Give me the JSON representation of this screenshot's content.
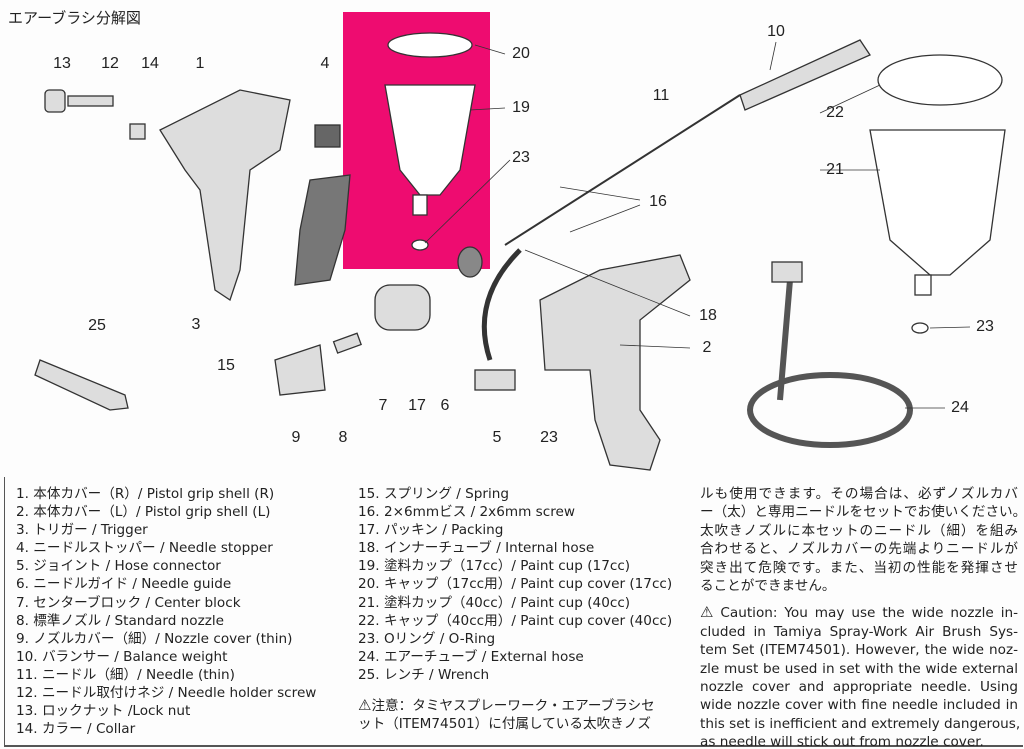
{
  "title": "エアーブラシ分解図",
  "labels": [
    "13",
    "12",
    "14",
    "1",
    "4",
    "20",
    "19",
    "23",
    "10",
    "11",
    "22",
    "21",
    "16",
    "18",
    "2",
    "23",
    "24",
    "25",
    "3",
    "15",
    "9",
    "8",
    "7",
    "17",
    "6",
    "5",
    "23"
  ],
  "parts_col1": [
    "1. 本体カバー（R）/ Pistol grip shell (R)",
    "2. 本体カバー（L）/ Pistol grip shell (L)",
    "3. トリガー / Trigger",
    "4. ニードルストッパー / Needle stopper",
    "5. ジョイント / Hose connector",
    "6. ニードルガイド / Needle guide",
    "7. センターブロック / Center block",
    "8. 標準ノズル / Standard nozzle",
    "9. ノズルカバー（細）/ Nozzle cover (thin)",
    "10. バランサー / Balance weight",
    "11. ニードル（細）/ Needle (thin)",
    "12. ニードル取付けネジ / Needle holder screw",
    "13. ロックナット /Lock nut",
    "14. カラー / Collar"
  ],
  "parts_col2": [
    "15. スプリング / Spring",
    "16. 2×6mmビス / 2x6mm screw",
    "17. パッキン / Packing",
    "18. インナーチューブ / Internal hose",
    "19. 塗料カップ（17cc）/ Paint cup (17cc)",
    "20. キャップ（17cc用）/ Paint cup cover (17cc)",
    "21. 塗料カップ（40cc）/ Paint cup (40cc)",
    "22. キャップ（40cc用）/ Paint cup cover (40cc)",
    "23. Oリング / O-Ring",
    "24. エアーチューブ / External hose",
    "25. レンチ / Wrench"
  ],
  "warning_icon": "⚠",
  "jp_caution": [
    "注意：タミヤスプレーワーク・エアーブラシセ",
    "ット（ITEM74501）に付属している太吹きノズ",
    "ルも使用できます。その場合は、必ずノズルカバ",
    "ー（太）と専用ニードルをセットでお使いください。",
    "太吹きノズルに本セットのニードル（細）を組み",
    "合わせると、ノズルカバーの先端よりニードルが",
    "突き出て危険です。また、当初の性能を発揮させ",
    "ることができません。"
  ],
  "en_caution": [
    "Caution: You may use the wide nozzle in-",
    "cluded in Tamiya Spray-Work Air Brush Sys-",
    "tem Set (ITEM74501). However, the wide noz-",
    "zle must be used in set with the wide external",
    "nozzle cover and appropriate needle. Using",
    "wide nozzle cover with fine needle included in",
    "this set is inefficient and extremely dangerous,",
    "as needle will stick out from nozzle cover."
  ],
  "highlight_color": "#ee0c70"
}
